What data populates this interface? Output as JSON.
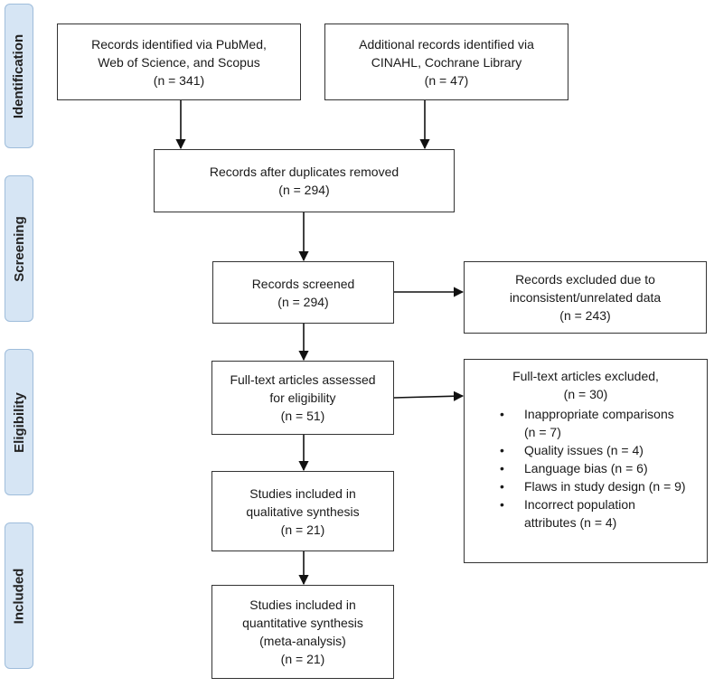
{
  "phases": {
    "identification": "Identification",
    "screening": "Screening",
    "eligibility": "Eligibility",
    "included": "Included"
  },
  "boxes": {
    "databases": {
      "line1": "Records identified via PubMed,",
      "line2": "Web of Science, and Scopus",
      "count": "(n = 341)"
    },
    "additional": {
      "line1": "Additional records identified via",
      "line2": "CINAHL, Cochrane Library",
      "count": "(n = 47)"
    },
    "duplicates_removed": {
      "line1": "Records after duplicates removed",
      "count": "(n = 294)"
    },
    "screened": {
      "line1": "Records screened",
      "count": "(n = 294)"
    },
    "excluded_screening": {
      "line1": "Records excluded due to",
      "line2": "inconsistent/unrelated data",
      "count": "(n = 243)"
    },
    "fulltext_assessed": {
      "line1": "Full-text articles assessed",
      "line2": "for eligibility",
      "count": "(n = 51)"
    },
    "fulltext_excluded": {
      "line1": "Full-text articles excluded,",
      "count": "(n = 30)",
      "reasons": [
        "Inappropriate comparisons",
        "(n = 7)",
        "Quality issues (n = 4)",
        "Language bias (n = 6)",
        "Flaws in study design (n = 9)",
        "Incorrect population",
        "attributes (n = 4)"
      ]
    },
    "qualitative": {
      "line1": "Studies included in",
      "line2": "qualitative synthesis",
      "count": "(n = 21)"
    },
    "quantitative": {
      "line1": "Studies included in",
      "line2": "quantitative synthesis",
      "line3": "(meta-analysis)",
      "count": "(n = 21)"
    }
  }
}
